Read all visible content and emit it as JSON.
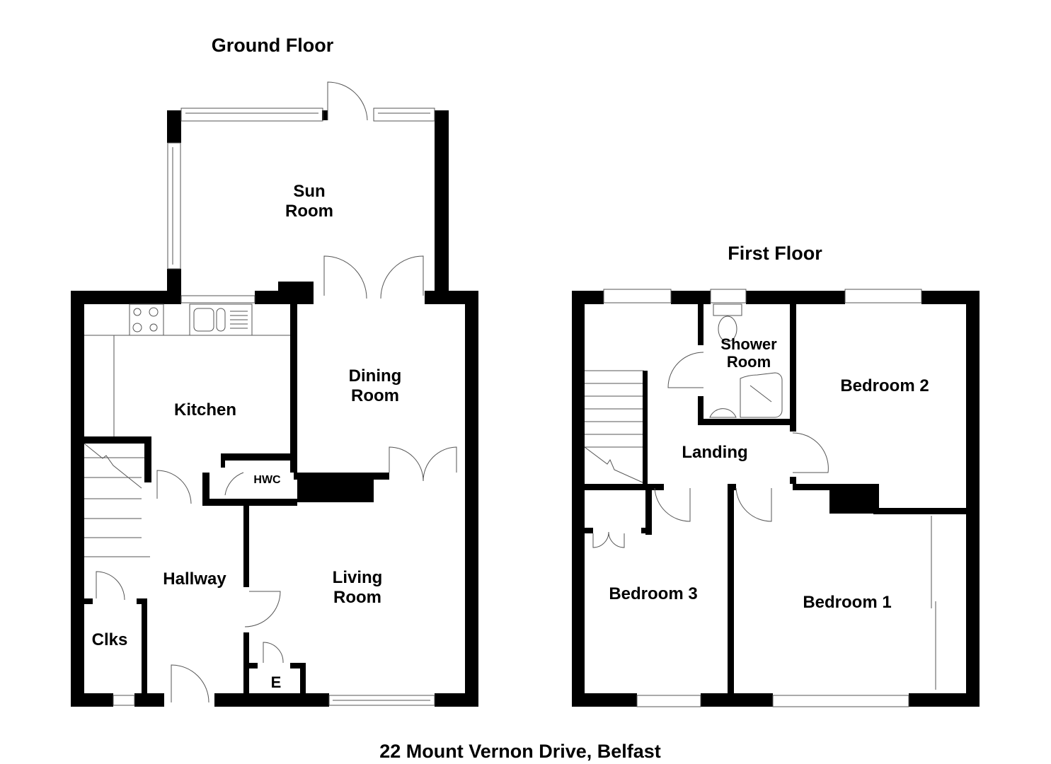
{
  "ground_floor": {
    "title": "Ground Floor",
    "rooms": {
      "sun_room": [
        "Sun",
        "Room"
      ],
      "dining_room": [
        "Dining",
        "Room"
      ],
      "kitchen": "Kitchen",
      "hwc": "HWC",
      "hallway": "Hallway",
      "living_room": [
        "Living",
        "Room"
      ],
      "clks": "Clks",
      "e": "E"
    }
  },
  "first_floor": {
    "title": "First Floor",
    "rooms": {
      "shower_room": [
        "Shower",
        "Room"
      ],
      "bedroom_2": "Bedroom 2",
      "landing": "Landing",
      "bedroom_3": "Bedroom 3",
      "bedroom_1": "Bedroom 1"
    }
  },
  "address": "22 Mount Vernon Drive, Belfast",
  "colors": {
    "wall": "#000000",
    "background": "#ffffff",
    "fixture_line": "#555555"
  }
}
